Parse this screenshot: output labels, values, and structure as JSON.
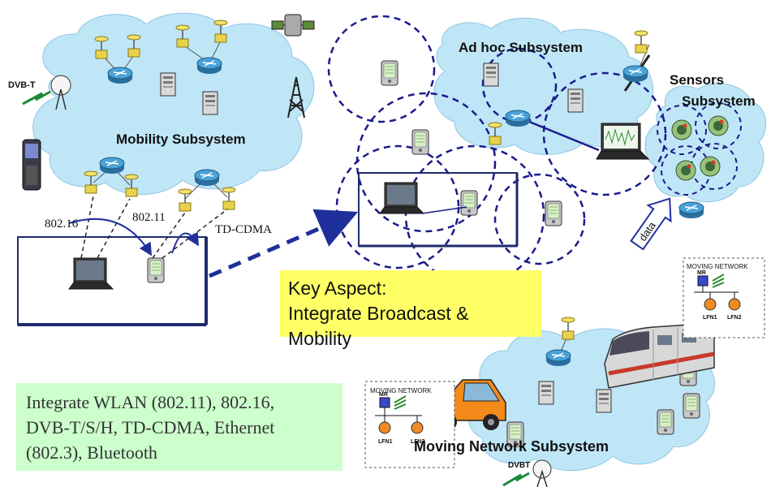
{
  "subsystems": {
    "mobility": "Mobility Subsystem",
    "adhoc": "Ad hoc Subsystem",
    "sensors_line1": "Sensors",
    "sensors_line2": "Subsystem",
    "moving_network": "Moving Network Subsystem"
  },
  "labels": {
    "dvbt": "DVB-T",
    "dvbt_bottom": "DVBT",
    "link_80216": "802.16",
    "link_80211": "802.11",
    "link_tdcdma": "TD-CDMA",
    "data_arrow": "data"
  },
  "moving_network_box": {
    "title": "MOVING NETWORK",
    "router": "MR",
    "node1": "LFN1",
    "node2": "LFN2"
  },
  "key_aspect": {
    "line1": "Key Aspect:",
    "line2": "Integrate Broadcast & Mobility"
  },
  "integrate_note": {
    "line1": "Integrate WLAN (802.11), 802.16,",
    "line2": "DVB-T/S/H, TD-CDMA, Ethernet",
    "line3": "(802.3), Bluetooth"
  },
  "colors": {
    "cloud": "#bfe6f7",
    "dashed_circle": "#1a1a8c",
    "arrow": "#1f2f9c",
    "key_aspect_bg": "#ffff66",
    "note_bg": "#ccffcc",
    "router": "#3a8fc4",
    "node": "#f08a24"
  }
}
